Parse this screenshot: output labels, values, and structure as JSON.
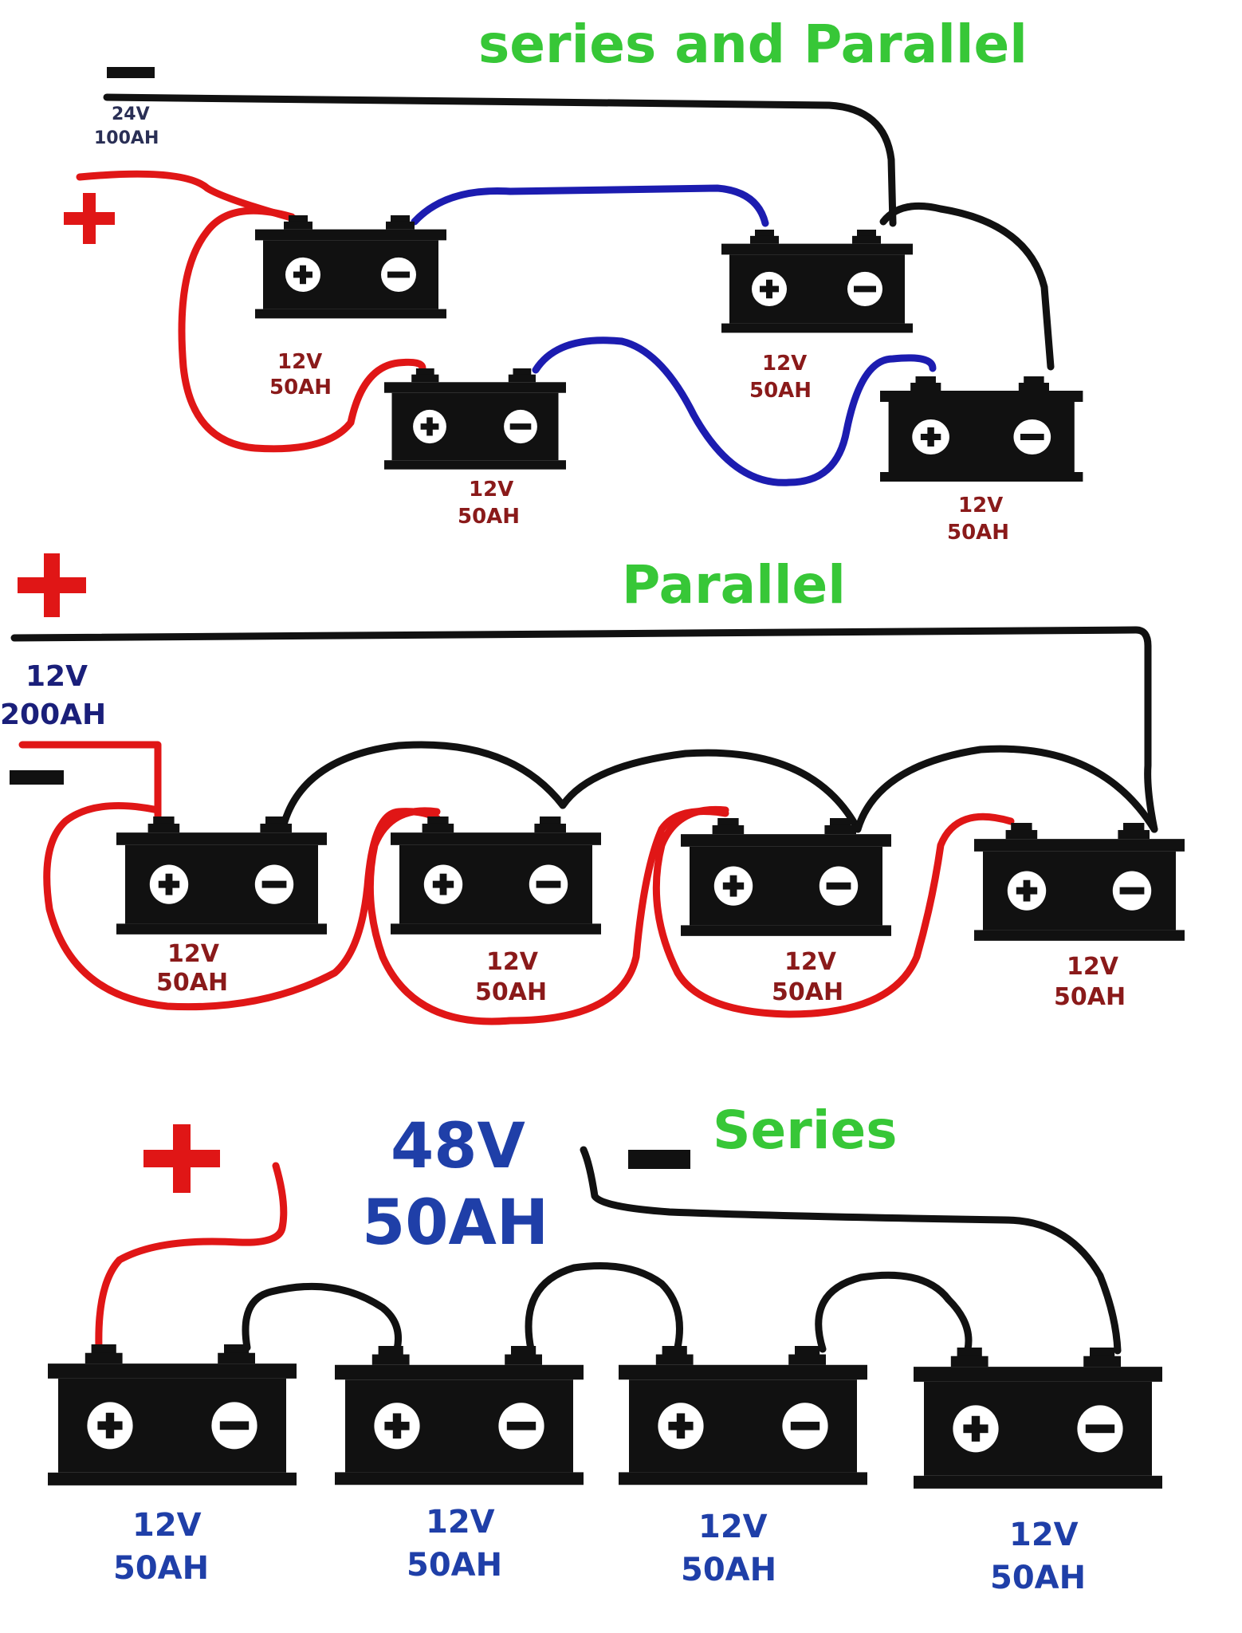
{
  "sections": {
    "series_parallel": {
      "title": "series and Parallel",
      "total_voltage": "24V",
      "total_capacity": "100AH",
      "batteries": [
        {
          "voltage": "12V",
          "capacity": "50AH"
        },
        {
          "voltage": "12V",
          "capacity": "50AH"
        },
        {
          "voltage": "12V",
          "capacity": "50AH"
        },
        {
          "voltage": "12V",
          "capacity": "50AH"
        }
      ]
    },
    "parallel": {
      "title": "Parallel",
      "total_voltage": "12V",
      "total_capacity": "200AH",
      "batteries": [
        {
          "voltage": "12V",
          "capacity": "50AH"
        },
        {
          "voltage": "12V",
          "capacity": "50AH"
        },
        {
          "voltage": "12V",
          "capacity": "50AH"
        },
        {
          "voltage": "12V",
          "capacity": "50AH"
        }
      ]
    },
    "series": {
      "title": "Series",
      "total_voltage": "48V",
      "total_capacity": "50AH",
      "batteries": [
        {
          "voltage": "12V",
          "capacity": "50AH"
        },
        {
          "voltage": "12V",
          "capacity": "50AH"
        },
        {
          "voltage": "12V",
          "capacity": "50AH"
        },
        {
          "voltage": "12V",
          "capacity": "50AH"
        }
      ]
    }
  },
  "icons": {
    "positive": "plus-sign",
    "negative": "minus-sign"
  },
  "colors": {
    "title": "#37c737",
    "positive_wire": "#e01616",
    "negative_wire": "#111111",
    "series_link_wire": "#1c1cb0",
    "battery_body": "#111111"
  }
}
